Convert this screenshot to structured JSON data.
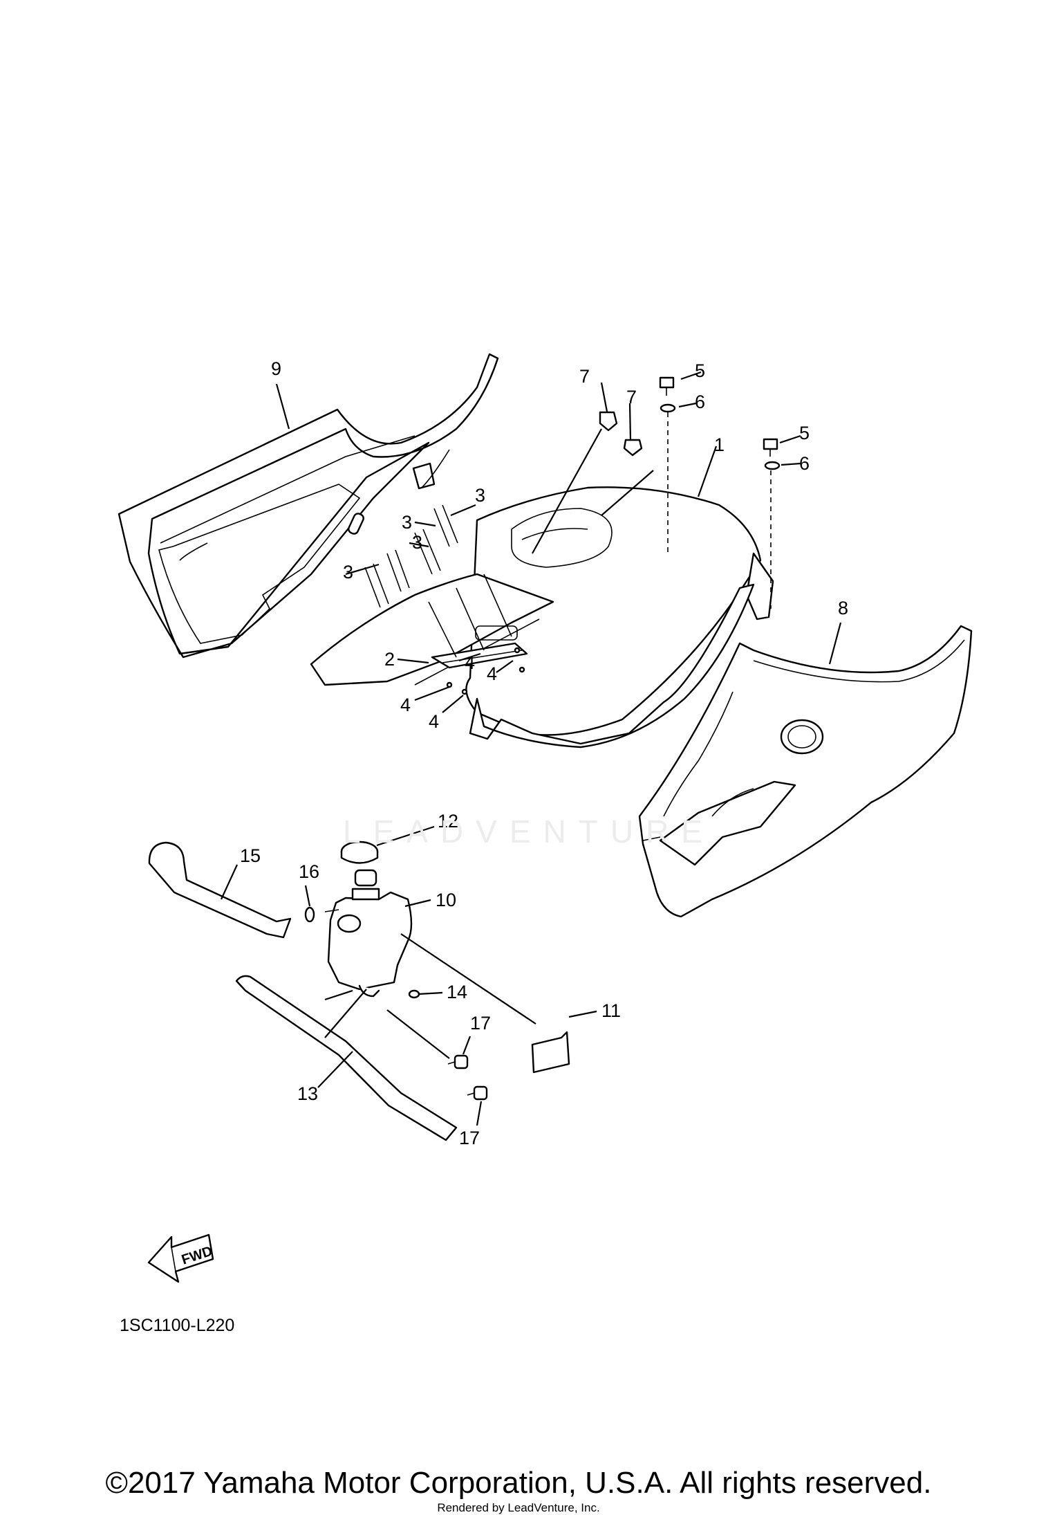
{
  "diagram": {
    "callouts": [
      "1",
      "2",
      "3",
      "3",
      "3",
      "3",
      "4",
      "4",
      "4",
      "4",
      "5",
      "5",
      "6",
      "6",
      "7",
      "7",
      "8",
      "9",
      "10",
      "11",
      "12",
      "13",
      "14",
      "15",
      "16",
      "17",
      "17"
    ],
    "fwd_label": "FWD",
    "code": "1SC1100-L220",
    "watermark": "LEADVENTURE",
    "copyright": "©2017 Yamaha Motor Corporation, U.S.A. All rights reserved.",
    "rendered_by": "Rendered by LeadVenture, Inc."
  }
}
